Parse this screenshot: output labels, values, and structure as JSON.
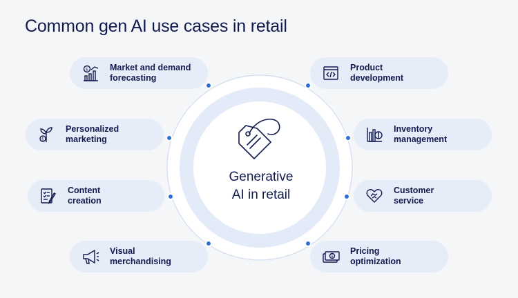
{
  "title": "Common gen AI use cases in retail",
  "center": {
    "line1": "Generative",
    "line2": "AI in retail",
    "icon": "price-tag-icon"
  },
  "colors": {
    "navy": "#111a4e",
    "pill": "#e7edf8",
    "ring": "#dfe8f6",
    "dot": "#2f6fd6"
  },
  "use_cases": [
    {
      "id": "forecasting",
      "label": "Market and demand\nforecasting",
      "icon": "bar-chart-dollar-icon"
    },
    {
      "id": "product",
      "label": "Product\ndevelopment",
      "icon": "code-window-icon"
    },
    {
      "id": "marketing",
      "label": "Personalized\nmarketing",
      "icon": "plant-coin-icon"
    },
    {
      "id": "inventory",
      "label": "Inventory\nmanagement",
      "icon": "inventory-chart-icon"
    },
    {
      "id": "content",
      "label": "Content\ncreation",
      "icon": "checklist-pencil-icon"
    },
    {
      "id": "service",
      "label": "Customer\nservice",
      "icon": "heart-handshake-icon"
    },
    {
      "id": "merch",
      "label": "Visual\nmerchandising",
      "icon": "megaphone-icon"
    },
    {
      "id": "pricing",
      "label": "Pricing\noptimization",
      "icon": "dollar-bill-icon"
    }
  ]
}
